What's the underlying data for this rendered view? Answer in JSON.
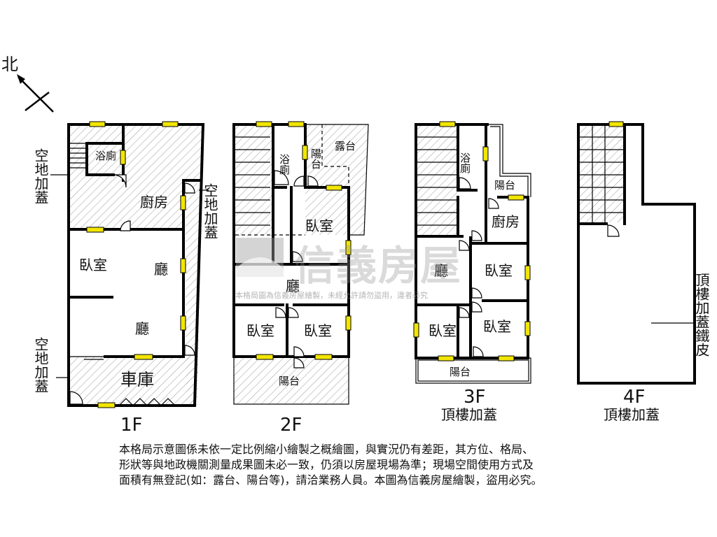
{
  "compass": {
    "label": "北"
  },
  "floors": {
    "f1": {
      "label": "1F",
      "rooms": {
        "bath": "浴廁",
        "kitchen": "廚房",
        "bedroom": "臥室",
        "hall_upper": "廳",
        "hall_lower": "廳",
        "garage": "車庫"
      },
      "side_notes": {
        "left_top": "空地加蓋",
        "right": "空地加蓋",
        "left_bottom": "空地加蓋"
      }
    },
    "f2": {
      "label": "2F",
      "rooms": {
        "bath": "浴廁",
        "balcony_small": "陽台",
        "terrace": "露台",
        "bedroom_top": "臥室",
        "hall": "廳",
        "bedroom_left": "臥室",
        "bedroom_right": "臥室",
        "balcony": "陽台"
      }
    },
    "f3": {
      "label": "3F",
      "sublabel": "頂樓加蓋",
      "rooms": {
        "bath": "浴廁",
        "balcony_small": "陽台",
        "kitchen": "廚房",
        "hall": "廳",
        "bedroom_mid": "臥室",
        "bedroom_left": "臥室",
        "bedroom_right": "臥室",
        "balcony": "陽台"
      }
    },
    "f4": {
      "label": "4F",
      "sublabel": "頂樓加蓋",
      "side_note": "頂樓加蓋鐵皮"
    }
  },
  "watermark": {
    "brand": "信義房屋",
    "note": "本格局圖為信義房屋繪製，未經允許請勿盜用，違者必究"
  },
  "disclaimer": [
    "本格局示意圖係未依一定比例縮小繪製之概繪圖，與實況仍有差距，其方位、格局、",
    "形狀等與地政機關測量成果圖未必一致，仍須以房屋現場為準；現場空間使用方式及",
    "面積有無登記(如：露台、陽台等)，請洽業務人員。本圖為信義房屋繪製，盜用必究。"
  ]
}
